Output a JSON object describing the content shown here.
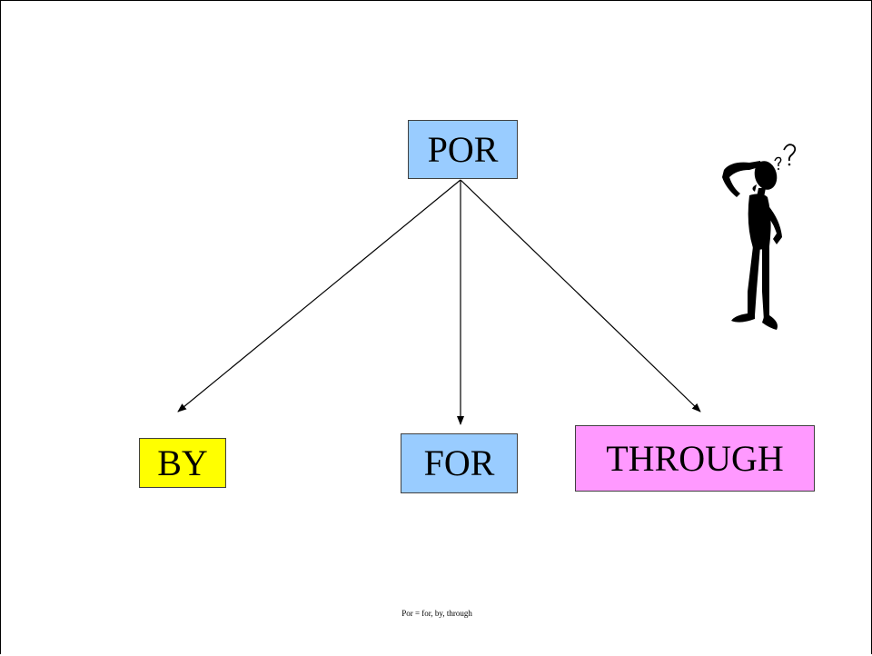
{
  "diagram": {
    "root": {
      "label": "POR",
      "fill": "#99ccff"
    },
    "children": [
      {
        "label": "BY",
        "fill": "#ffff00"
      },
      {
        "label": "FOR",
        "fill": "#99ccff"
      },
      {
        "label": "THROUGH",
        "fill": "#ff99ff"
      }
    ]
  },
  "caption": "Por = for, by, through",
  "illustration": {
    "icon": "thinking-person-icon"
  }
}
